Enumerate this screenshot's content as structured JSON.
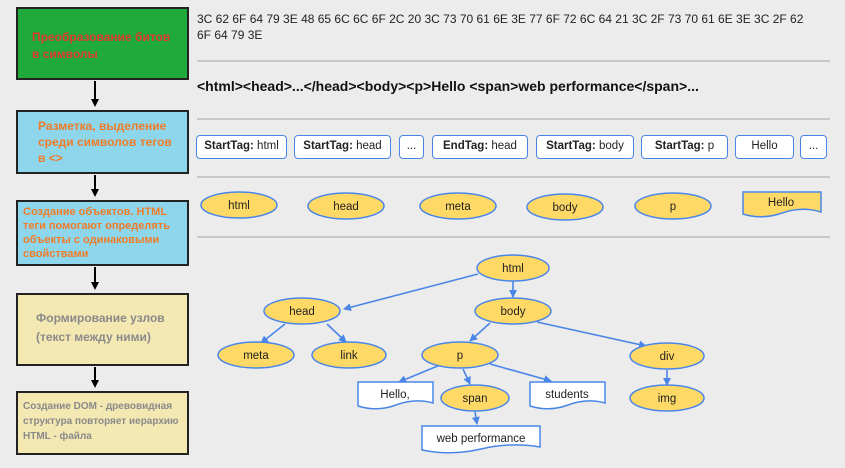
{
  "steps": [
    {
      "text": "Преобразование битов в символы",
      "bg": "#1faa3b",
      "color": "#e03a2e"
    },
    {
      "text": "Разметка, выделение среди символов тегов в <>",
      "bg": "#8dd6ec",
      "color": "#f07c28"
    },
    {
      "text": "Создание объектов. HTML теги помогают определять объекты с одинаковыми свойствами",
      "bg": "#8dd6ec",
      "color": "#f07c28"
    },
    {
      "text": "Формирование узлов (текст между ними)",
      "bg": "#f3e7b2",
      "color": "#8a8a8a"
    },
    {
      "text": "Создание DOM - древовидная структура повторяет иерархию HTML - файла",
      "bg": "#f3e7b2",
      "color": "#8a8a8a"
    }
  ],
  "hex_line": "3C 62 6F 64 79 3E 48 65 6C 6C 6F 2C 20 3C 73 70 61 6E 3E 77 6F 72 6C 64 21 3C 2F 73 70 61 6E 3E 3C 2F 62 6F 64 79 3E",
  "html_source": "<html><head>...</head><body><p>Hello <span>web performance</span>...",
  "tokens": [
    {
      "kind": "StartTag:",
      "name": "html"
    },
    {
      "kind": "StartTag:",
      "name": "head"
    },
    {
      "kind": "",
      "name": "..."
    },
    {
      "kind": "EndTag:",
      "name": "head"
    },
    {
      "kind": "StartTag:",
      "name": "body"
    },
    {
      "kind": "StartTag:",
      "name": "p"
    },
    {
      "kind": "",
      "name": "Hello"
    },
    {
      "kind": "",
      "name": "..."
    }
  ],
  "objects": [
    "html",
    "head",
    "meta",
    "body",
    "p",
    "Hello"
  ],
  "tree": {
    "nodes": [
      "html",
      "head",
      "body",
      "meta",
      "link",
      "p",
      "div",
      "Hello,",
      "span",
      "students",
      "img",
      "web performance"
    ],
    "edges": [
      [
        "html",
        "head"
      ],
      [
        "html",
        "body"
      ],
      [
        "head",
        "meta"
      ],
      [
        "head",
        "link"
      ],
      [
        "body",
        "p"
      ],
      [
        "body",
        "div"
      ],
      [
        "p",
        "Hello,"
      ],
      [
        "p",
        "span"
      ],
      [
        "p",
        "students"
      ],
      [
        "div",
        "img"
      ],
      [
        "span",
        "web performance"
      ]
    ]
  },
  "colors": {
    "ellipse_fill": "#ffd966",
    "ellipse_stroke": "#4a86e8",
    "edge": "#4a86e8",
    "text_box_stroke": "#4a86e8"
  }
}
